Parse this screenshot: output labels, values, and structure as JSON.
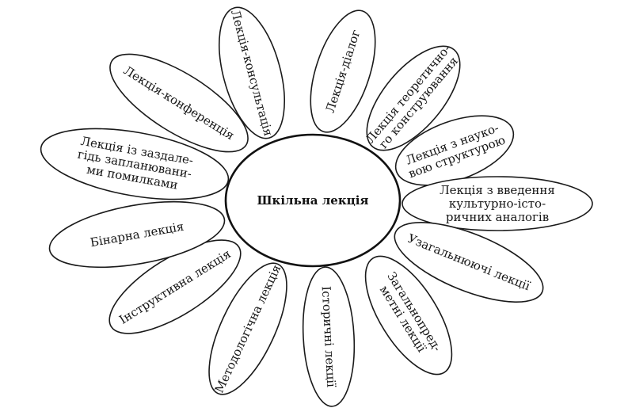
{
  "center": {
    "label": "Шкільна лекція"
  },
  "petals": [
    {
      "id": "consultation",
      "lines": [
        "Лекція-консультація"
      ]
    },
    {
      "id": "dialog",
      "lines": [
        "Лекція-діалог"
      ]
    },
    {
      "id": "theoretical-construction",
      "lines": [
        "Лекція теоретично-",
        "го конструювання"
      ]
    },
    {
      "id": "scientific-structure",
      "lines": [
        "Лекція з науко-",
        "вою структурою"
      ]
    },
    {
      "id": "cultural-historical-analogies",
      "lines": [
        "Лекція з введення",
        "культурно-істо-",
        "ричних аналогів"
      ]
    },
    {
      "id": "generalizing",
      "lines": [
        "Узагальнюючі лекції"
      ]
    },
    {
      "id": "general-subject",
      "lines": [
        "Загальнопред-",
        "метні лекції"
      ]
    },
    {
      "id": "historical",
      "lines": [
        "Історичні лекції"
      ]
    },
    {
      "id": "methodological",
      "lines": [
        "Методологічна лекція"
      ]
    },
    {
      "id": "instructive",
      "lines": [
        "Інструктивна лекція"
      ]
    },
    {
      "id": "binary",
      "lines": [
        "Бінарна лекція"
      ]
    },
    {
      "id": "planned-mistakes",
      "lines": [
        "Лекція із заздале-",
        "гідь запланювани-",
        "ми помилками"
      ]
    },
    {
      "id": "conference",
      "lines": [
        "Лекція-конференція"
      ]
    }
  ]
}
